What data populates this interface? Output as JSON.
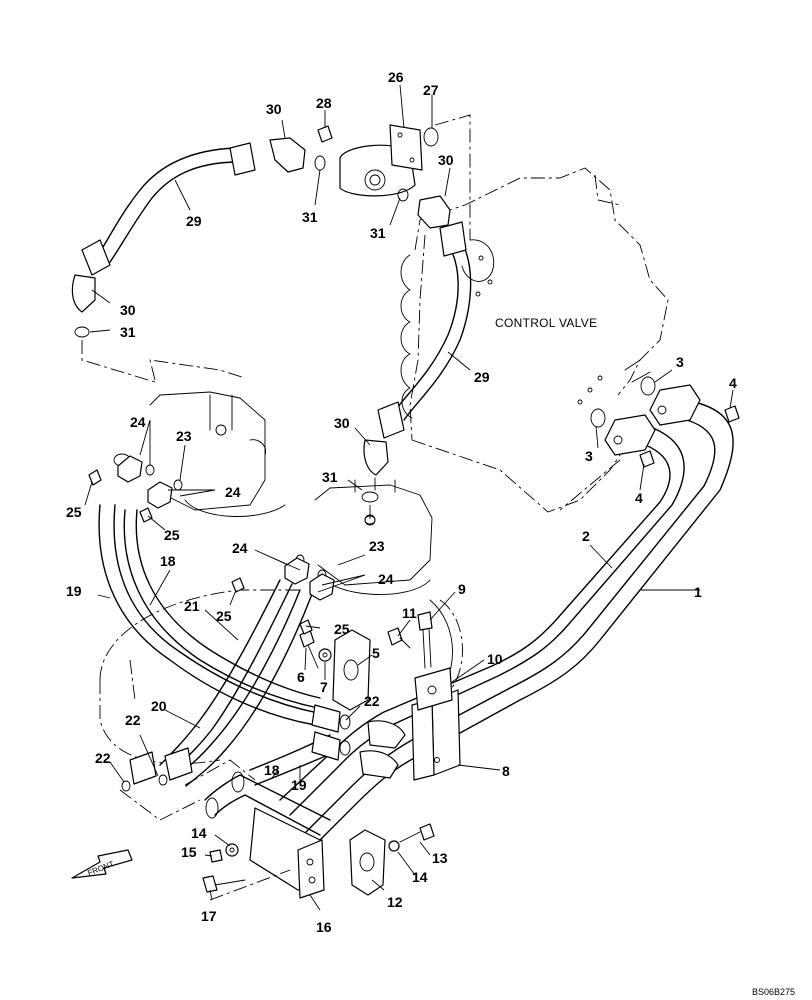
{
  "diagram": {
    "component_label": "CONTROL VALVE",
    "drawing_code": "BS06B275",
    "front_label": "FRONT"
  },
  "callouts": {
    "p1": "1",
    "p2": "2",
    "p3a": "3",
    "p3b": "3",
    "p4a": "4",
    "p4b": "4",
    "p5": "5",
    "p6": "6",
    "p7": "7",
    "p8": "8",
    "p9": "9",
    "p10": "10",
    "p11": "11",
    "p12": "12",
    "p13": "13",
    "p14a": "14",
    "p14b": "14",
    "p15": "15",
    "p16": "16",
    "p17": "17",
    "p18a": "18",
    "p18b": "18",
    "p19a": "19",
    "p19b": "19",
    "p20": "20",
    "p21": "21",
    "p22a": "22",
    "p22b": "22",
    "p22c": "22",
    "p23a": "23",
    "p23b": "23",
    "p24a": "24",
    "p24b": "24",
    "p24c": "24",
    "p24d": "24",
    "p25a": "25",
    "p25b": "25",
    "p25c": "25",
    "p25d": "25",
    "p26": "26",
    "p27": "27",
    "p28": "28",
    "p29a": "29",
    "p29b": "29",
    "p30a": "30",
    "p30b": "30",
    "p30c": "30",
    "p30d": "30",
    "p31a": "31",
    "p31b": "31",
    "p31c": "31",
    "p31d": "31"
  }
}
